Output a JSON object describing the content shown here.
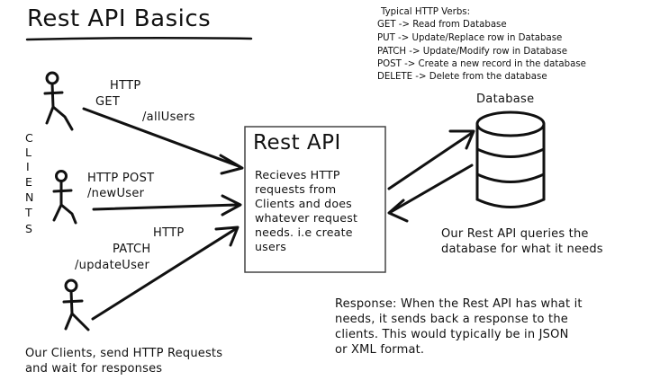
{
  "title": "Rest API Basics",
  "verbs": {
    "heading": "Typical HTTP Verbs:",
    "items": [
      "GET -> Read from Database",
      "PUT -> Update/Replace row in Database",
      "PATCH -> Update/Modify row in Database",
      "POST -> Create a new record in the database",
      "DELETE -> Delete from the database"
    ]
  },
  "clients_vertical_letters": [
    "C",
    "L",
    "I",
    "E",
    "N",
    "T",
    "S"
  ],
  "requests": {
    "get": {
      "line1": "HTTP",
      "line2": "GET",
      "endpoint": "/allUsers"
    },
    "post": {
      "line1": "HTTP POST",
      "endpoint": "/newUser"
    },
    "patch": {
      "line1": "HTTP",
      "line2": "PATCH",
      "endpoint": "/updateUser"
    }
  },
  "api": {
    "title": "Rest API",
    "description_lines": [
      "Recieves HTTP",
      "requests from",
      "Clients and does",
      "whatever request",
      "needs. i.e create",
      "users"
    ]
  },
  "database": {
    "label": "Database",
    "caption_lines": [
      "Our Rest API queries the",
      "database for what it needs"
    ]
  },
  "response_lines": [
    "Response: When the Rest API has what it",
    "needs, it sends back a response to the",
    "clients. This would typically be in JSON",
    "or XML format."
  ],
  "clients_caption_lines": [
    "Our Clients, send HTTP Requests",
    "and wait for responses"
  ]
}
